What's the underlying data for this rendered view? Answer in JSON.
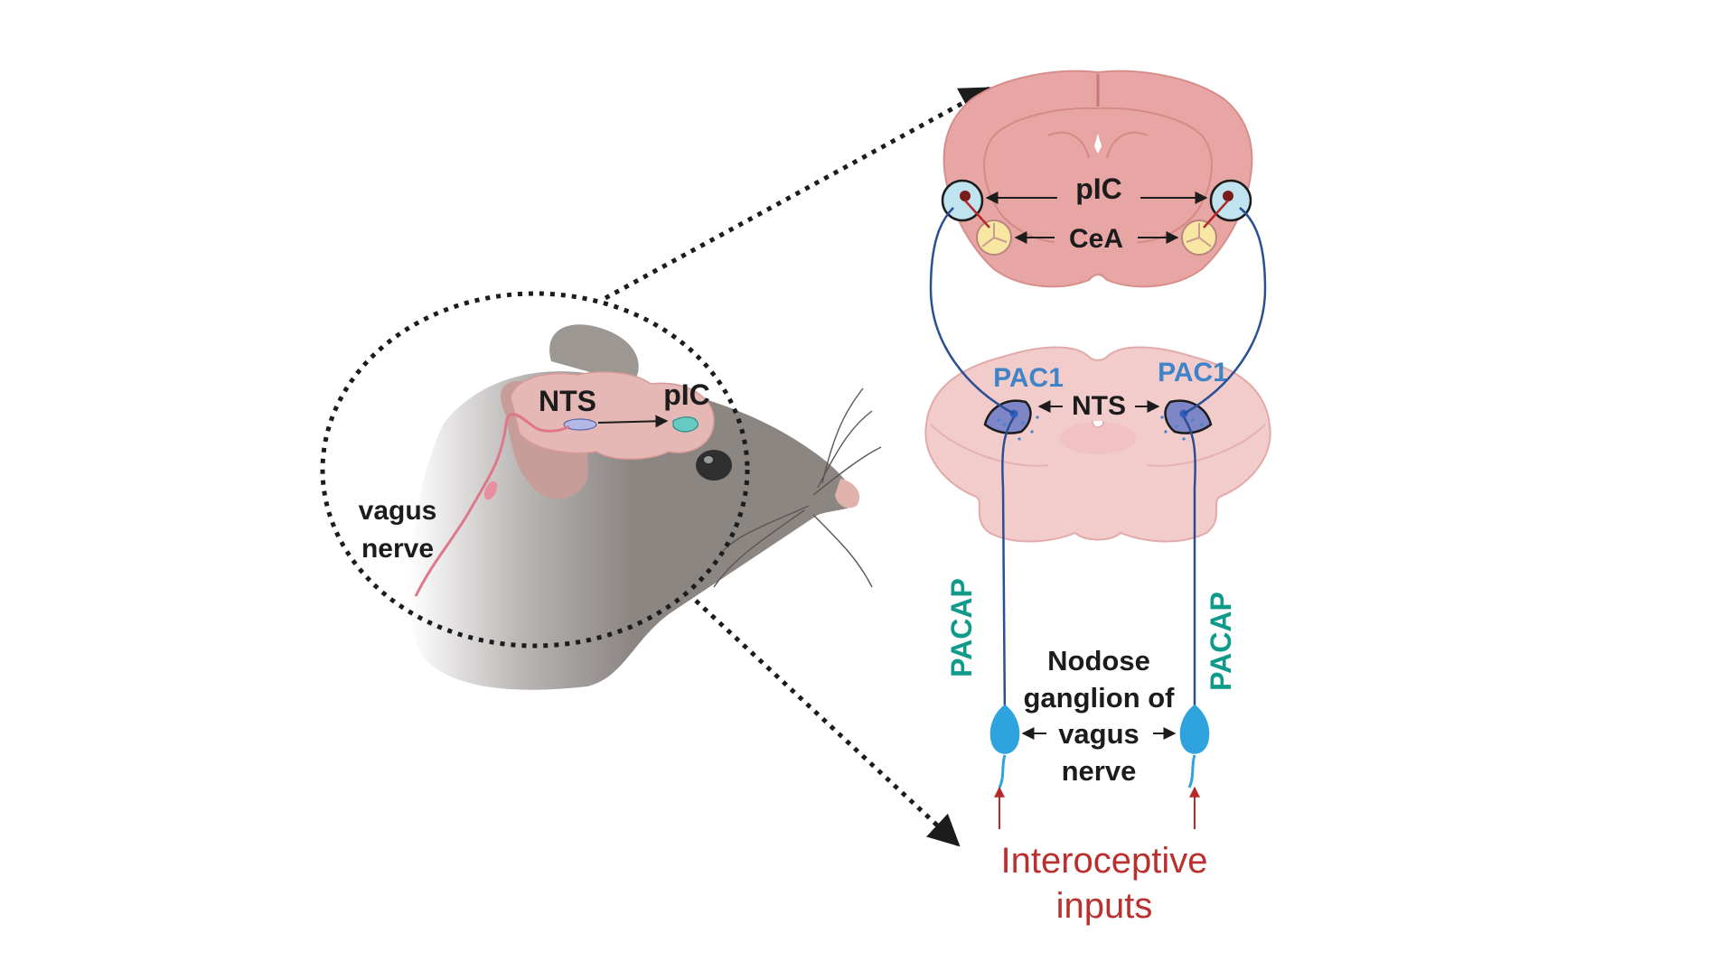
{
  "labels": {
    "mouse_nts": "NTS",
    "mouse_pic": "pIC",
    "vagus_nerve_line1": "vagus",
    "vagus_nerve_line2": "nerve",
    "brain_pic": "pIC",
    "brain_cea": "CeA",
    "pac1_left": "PAC1",
    "pac1_right": "PAC1",
    "brainstem_nts": "NTS",
    "pacap_left": "PACAP",
    "pacap_right": "PACAP",
    "nodose_line1": "Nodose",
    "nodose_line2": "ganglion of",
    "nodose_line3": "vagus",
    "nodose_line4": "nerve",
    "inputs_line1": "Interoceptive",
    "inputs_line2": "inputs"
  },
  "colors": {
    "brain_tissue": "#e7a6a4",
    "brainstem_tissue": "#f1cccb",
    "mouse_fur": "#8c8683",
    "neuron_blue": "#2ea3dd",
    "projection_navy": "#2b4f94",
    "projection_red": "#b6282a",
    "label_blue": "#3f83c9",
    "label_green": "#109a8a",
    "label_red": "#b8312f"
  }
}
